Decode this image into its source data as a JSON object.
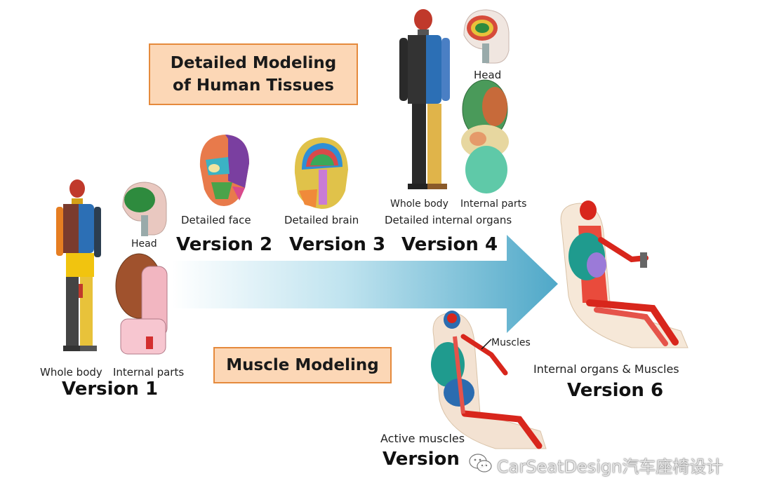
{
  "boxes": {
    "tissues_line1": "Detailed Modeling",
    "tissues_line2": "of Human Tissues",
    "muscle": "Muscle Modeling"
  },
  "v1": {
    "whole_body": "Whole body",
    "internal_parts": "Internal parts",
    "head": "Head",
    "version": "Version 1"
  },
  "v2": {
    "caption": "Detailed face",
    "version": "Version 2"
  },
  "v3": {
    "caption": "Detailed brain",
    "version": "Version 3"
  },
  "v4": {
    "whole_body": "Whole body",
    "internal_parts": "Internal parts",
    "head": "Head",
    "caption": "Detailed internal organs",
    "version": "Version 4"
  },
  "v5": {
    "muscles": "Muscles",
    "caption": "Active muscles",
    "version": "Version"
  },
  "v6": {
    "caption": "Internal organs & Muscles",
    "version": "Version 6"
  },
  "watermark": "CarSeatDesign汽车座椅设计",
  "colors": {
    "arrow": "#5aaecb",
    "box_fill": "#fcd7b6",
    "box_border": "#e58a3c",
    "muscle_red": "#d8261c"
  }
}
